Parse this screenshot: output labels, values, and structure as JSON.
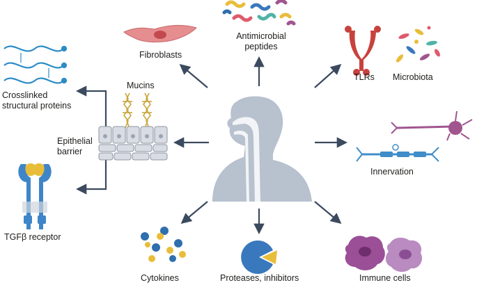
{
  "labels": {
    "antimicrobial_line1": "Antimicrobial",
    "antimicrobial_line2": "peptides",
    "fibroblasts": "Fibroblasts",
    "tlrs": "TLRs",
    "microbiota": "Microbiota",
    "crosslinked_line1": "Crosslinked",
    "crosslinked_line2": "structural proteins",
    "mucins": "Mucins",
    "epithelial_line1": "Epithelial",
    "epithelial_line2": "barrier",
    "innervation": "Innervation",
    "tgfb_receptor": "TGFβ receptor",
    "cytokines": "Cytokines",
    "proteases": "Proteases, inhibitors",
    "immune_cells": "Immune cells"
  },
  "colors": {
    "arrow": "#3b4a5e",
    "head_silhouette": "#b8c1ce",
    "airway": "#f2f4f7",
    "fibroblast": "#e58d8f",
    "tlr": "#c8423d",
    "epithelial": "#d9dde3",
    "mucin": "#c9a63c",
    "collagen": "#2b8bc6",
    "neuron_purple": "#a0558f",
    "neuron_blue": "#3f8dc9",
    "cytokine_blue": "#2f6fae",
    "cytokine_yellow": "#e8bd3a",
    "protease_blue": "#3a78bd",
    "immune_purple": "#9a4f97",
    "receptor_blue": "#3f86c8"
  }
}
